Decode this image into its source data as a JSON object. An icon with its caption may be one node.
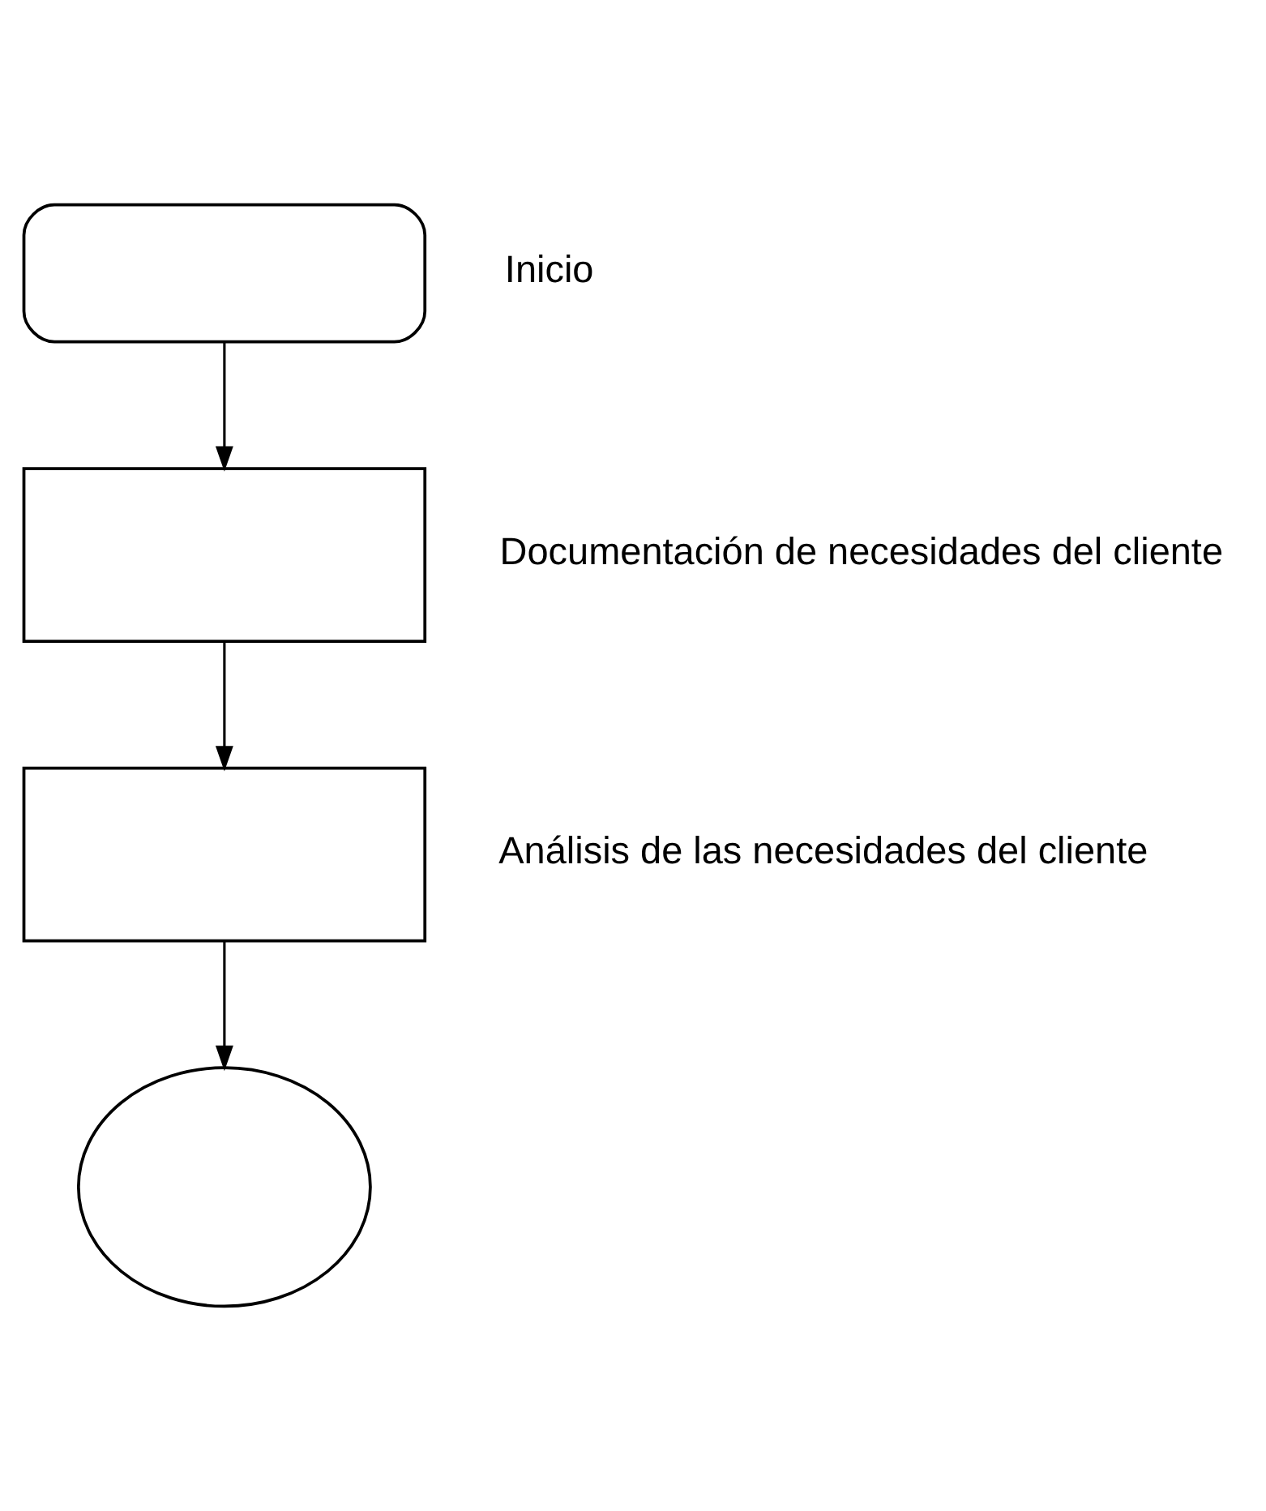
{
  "diagram": {
    "nodes": [
      {
        "text": [],
        "shape": "pill",
        "beside": [
          "Inicio"
        ]
      },
      {
        "text": [],
        "shape": "document",
        "beside": [
          "Documentación de necesidades del cliente"
        ]
      },
      {
        "text": [],
        "shape": "document",
        "beside": [
          "Análisis de las necesidades del cliente"
        ]
      },
      {
        "text": [],
        "shape": "ellipse"
      }
    ],
    "edges": [
      {
        "from": 0,
        "to": 1,
        "arrow": "to"
      },
      {
        "from": 1,
        "to": 2,
        "arrow": "to"
      },
      {
        "from": 2,
        "to": 3,
        "arrow": "to"
      }
    ]
  }
}
